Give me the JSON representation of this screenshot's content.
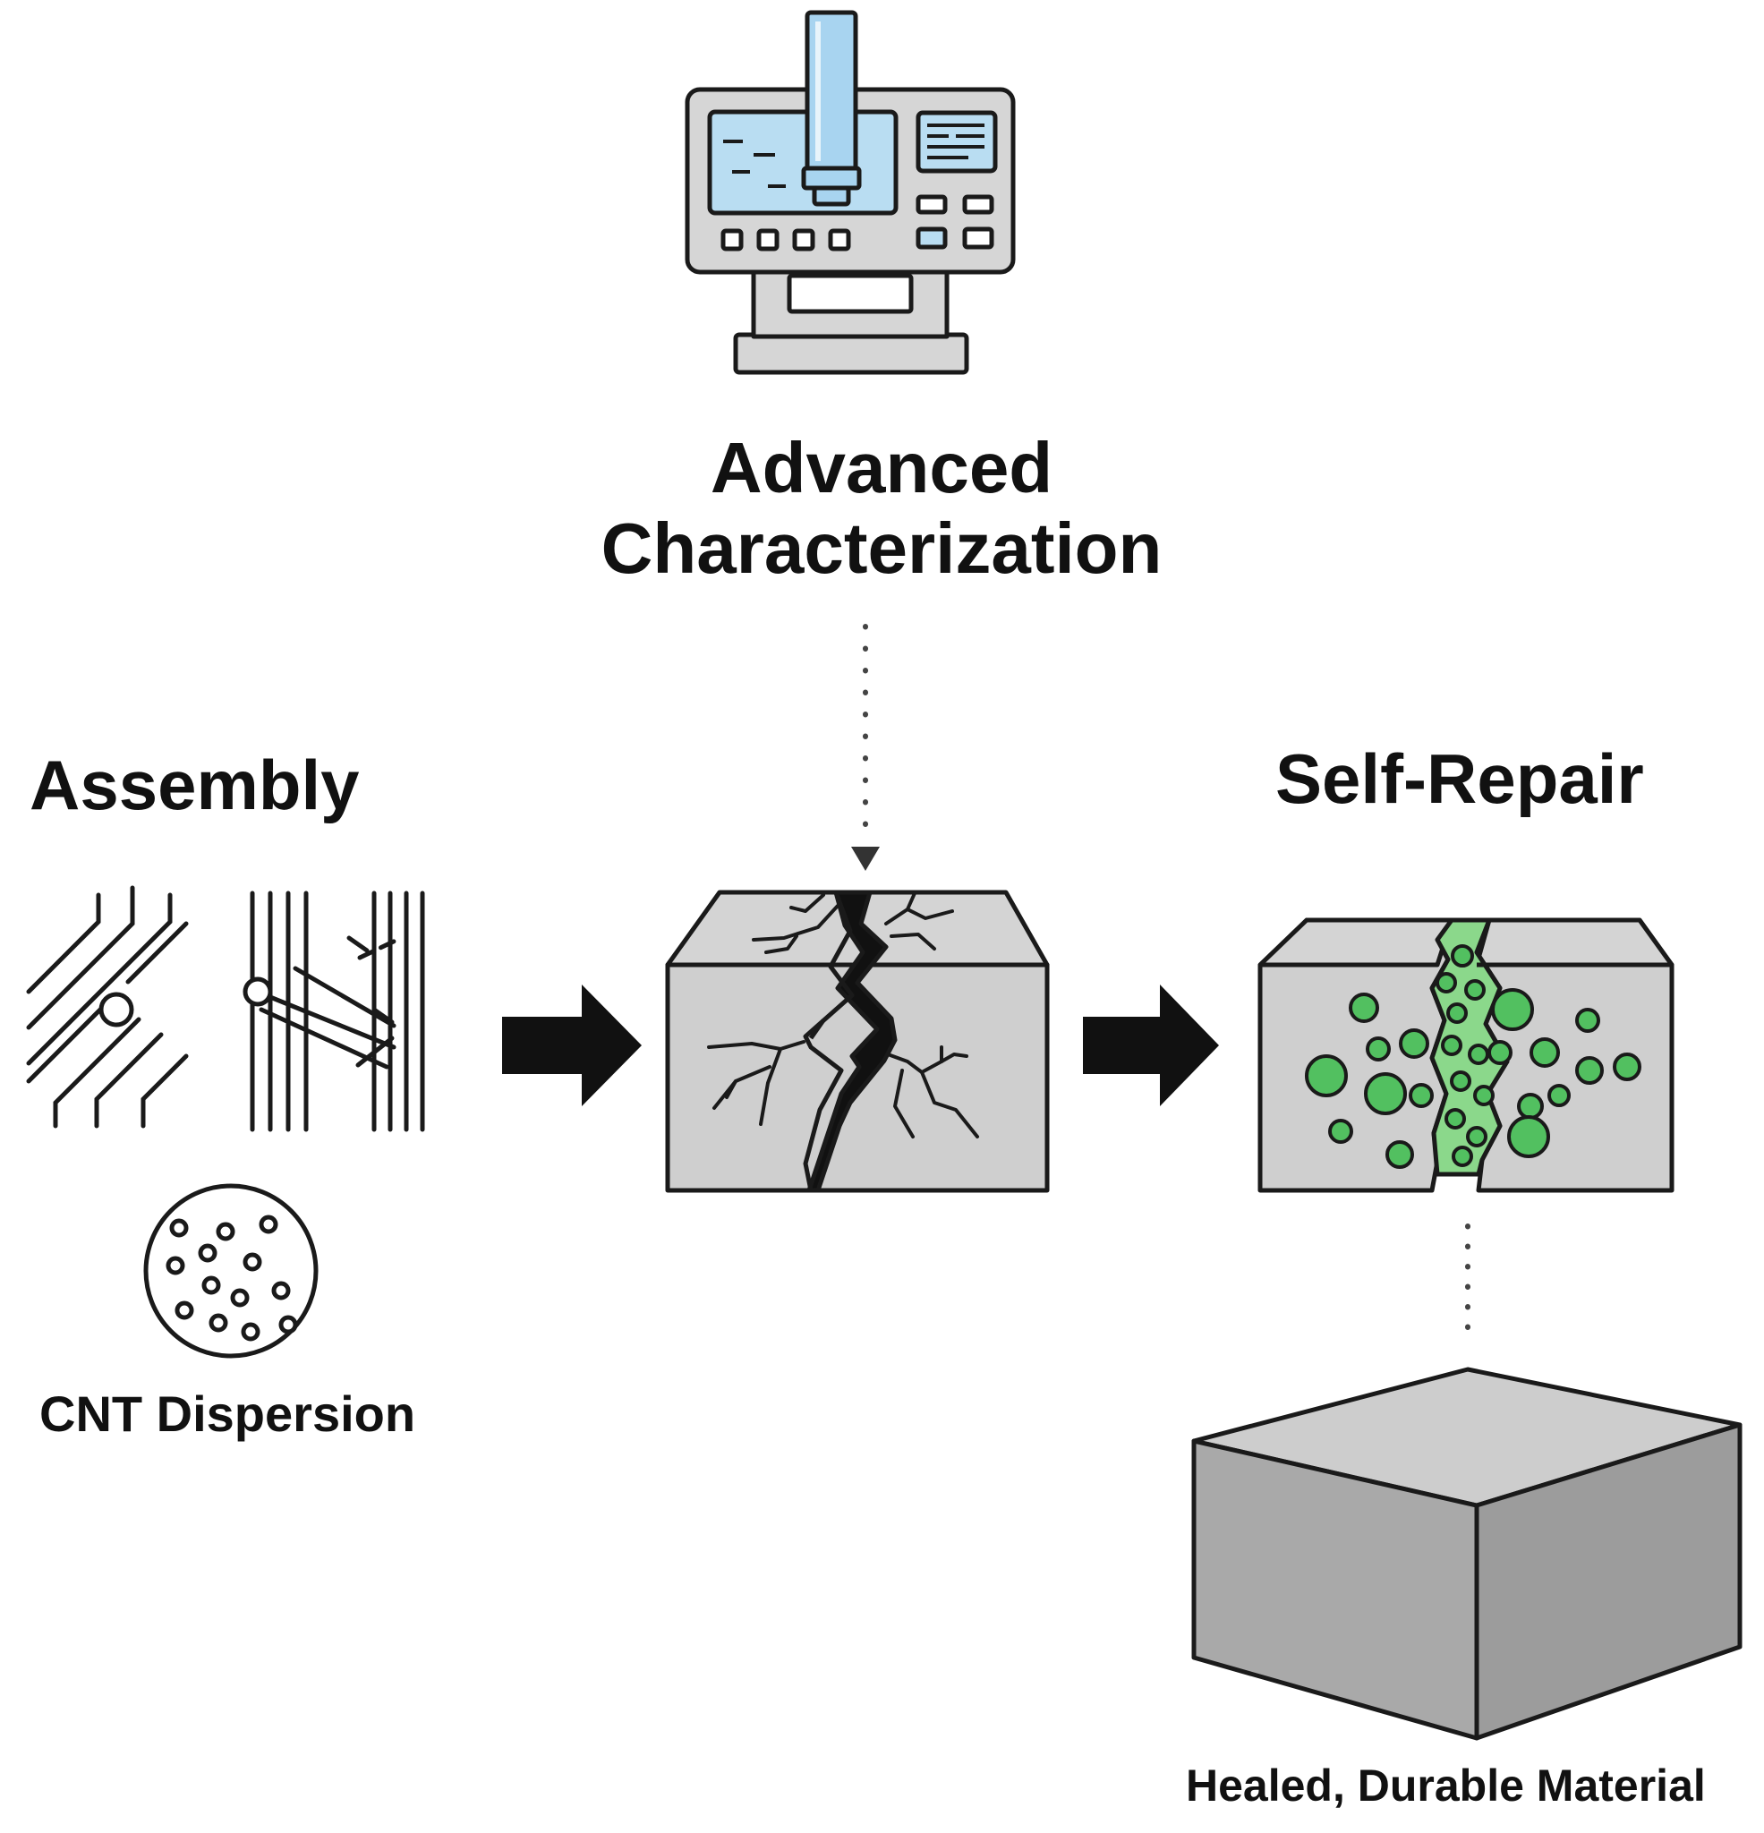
{
  "labels": {
    "characterization_line1": "Advanced",
    "characterization_line2": "Characterization",
    "assembly": "Assembly",
    "cnt_dispersion": "CNT Dispersion",
    "self_repair": "Self-Repair",
    "healed_material": "Healed, Durable Material"
  },
  "colors": {
    "outline": "#1a1a1a",
    "block_face": "#cfcfcf",
    "block_top": "#d4d4d4",
    "cube_front": "#a9a9a9",
    "cube_side": "#9c9c9c",
    "cube_top": "#cdcdcd",
    "healing_green": "#52c060",
    "crack_fill_green": "#8bd88b",
    "screen_blue": "#b9ddf2",
    "probe_blue": "#a8d4f0",
    "instrument_gray": "#d6d6d6"
  },
  "icons": [
    "characterization-instrument-icon",
    "aligned-fibers-icon",
    "cnt-dispersion-icon",
    "cracked-block-icon",
    "self-repair-block-icon",
    "healed-cube-icon"
  ]
}
